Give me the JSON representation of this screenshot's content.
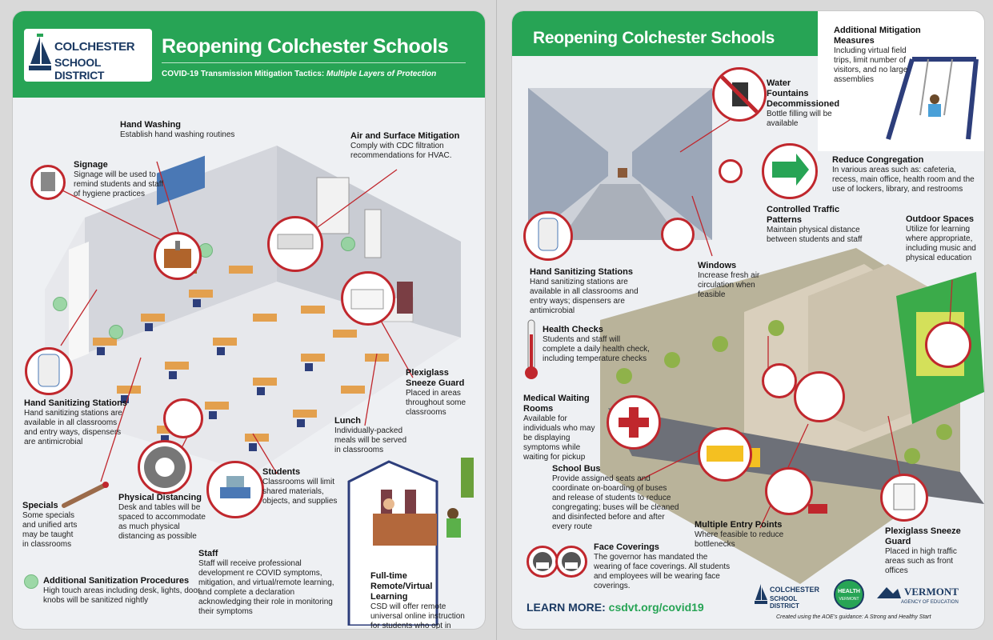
{
  "left": {
    "logo": {
      "line1": "COLCHESTER",
      "line2": "SCHOOL DISTRICT"
    },
    "title": "Reopening Colchester Schools",
    "subtitle_main": "COVID-19 Transmission Mitigation Tactics:",
    "subtitle_italic": "Multiple Layers of Protection",
    "items": {
      "hand_washing": {
        "title": "Hand Washing",
        "text": "Establish hand washing routines"
      },
      "signage": {
        "title": "Signage",
        "text": "Signage will be used to remind students and staff of hygiene practices"
      },
      "air": {
        "title": "Air and Surface Mitigation",
        "text": "Comply with CDC filtration recommendations for HVAC."
      },
      "hand_sanitizing": {
        "title": "Hand Sanitizing Stations",
        "text": "Hand sanitizing stations are available in all classrooms and entry ways, dispensers are antimicrobial"
      },
      "plexiglass": {
        "title": "Plexiglass Sneeze Guard",
        "text": "Placed in areas throughout some classrooms"
      },
      "lunch": {
        "title": "Lunch",
        "text": "Individually-packed meals will be served in classrooms"
      },
      "students": {
        "title": "Students",
        "text": "Classrooms will limit shared materials, objects, and supplies"
      },
      "specials": {
        "title": "Specials",
        "text": "Some specials and unified arts may be taught in classrooms"
      },
      "distancing": {
        "title": "Physical Distancing",
        "text": "Desk and tables will be spaced to accommodate as much physical distancing as possible"
      },
      "staff": {
        "title": "Staff",
        "text": "Staff will receive professional development re COVID symptoms, mitigation, and virtual/remote learning, and complete a declaration acknowledging their role in monitoring their symptoms"
      },
      "sanitization": {
        "title": "Additional Sanitization Procedures",
        "text": "High touch areas including desk, lights, door knobs will be sanitized nightly"
      },
      "remote": {
        "title": "Full-time Remote/Virtual Learning",
        "text": "CSD will offer remote universal online instruction for students who opt in"
      }
    }
  },
  "right": {
    "title": "Reopening Colchester Schools",
    "items": {
      "mitigation": {
        "title": "Additional Mitigation Measures",
        "text": "Including virtual field trips, limit number of visitors, and no large assemblies"
      },
      "water": {
        "title": "Water Fountains Decommissioned",
        "text": "Bottle filling will be available"
      },
      "congregation": {
        "title": "Reduce Congregation",
        "text": "In various areas such as: cafeteria, recess, main office, health room and the use of lockers, library, and restrooms"
      },
      "traffic": {
        "title": "Controlled Traffic Patterns",
        "text": "Maintain physical distance between students and staff"
      },
      "outdoor": {
        "title": "Outdoor Spaces",
        "text": "Utilize for learning where appropriate, including music and physical education"
      },
      "hand_sanitizing": {
        "title": "Hand Sanitizing Stations",
        "text": "Hand sanitizing stations are available in all classrooms and entry ways; dispensers are antimicrobial"
      },
      "windows": {
        "title": "Windows",
        "text": "Increase fresh air circulation when feasible"
      },
      "health": {
        "title": "Health Checks",
        "text": "Students and staff will complete a daily health check, including temperature checks"
      },
      "medical": {
        "title": "Medical Waiting Rooms",
        "text": "Available for individuals who may be displaying symptoms while waiting for pickup"
      },
      "bus": {
        "title": "School Bus",
        "text": "Provide assigned seats and coordinate on-boarding of buses and release of students to reduce congregating; buses will be cleaned and disinfected before and after every route"
      },
      "entry": {
        "title": "Multiple Entry Points",
        "text": "Where feasible to reduce bottlenecks"
      },
      "plexiglass": {
        "title": "Plexiglass Sneeze Guard",
        "text": "Placed in high traffic areas such as front offices"
      },
      "face": {
        "title": "Face Coverings",
        "text": "The governor has mandated the wearing of face coverings. All students and employees will be wearing face coverings."
      }
    },
    "learn_label": "LEARN MORE:",
    "learn_url": "csdvt.org/covid19",
    "logos": {
      "csd1": "COLCHESTER",
      "csd2": "SCHOOL DISTRICT",
      "health": "HEALTH",
      "health_sub": "VERMONT",
      "vt": "VERMONT",
      "vt_sub": "AGENCY OF EDUCATION"
    },
    "footnote": "Created using the AOE's guidance: A Strong and Healthy Start"
  },
  "colors": {
    "brand_green": "#27a455",
    "accent_red": "#c0272d",
    "navy": "#1b3a63"
  }
}
